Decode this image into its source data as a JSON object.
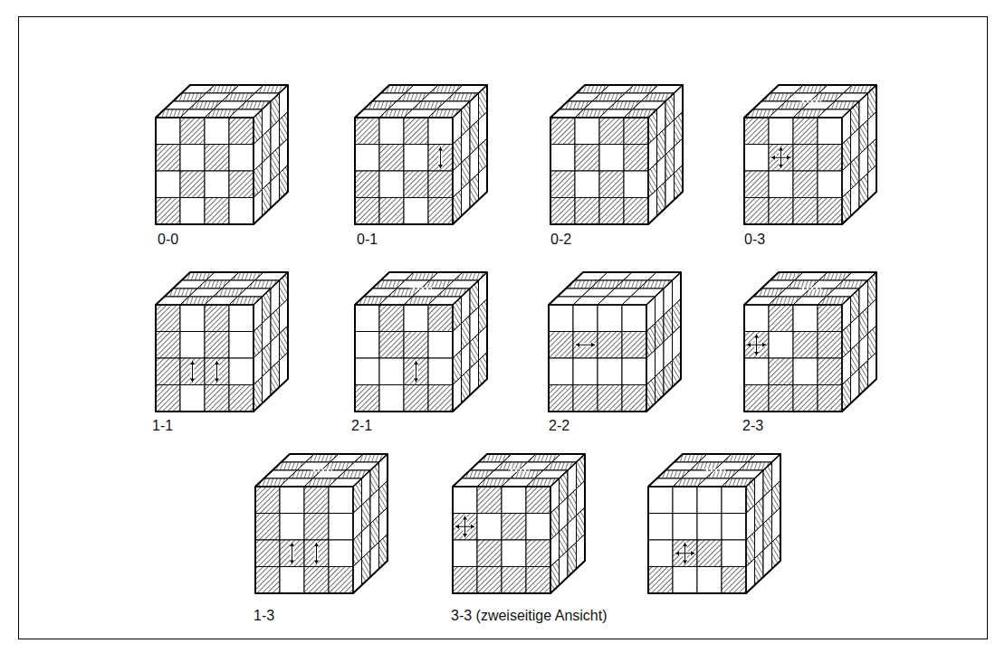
{
  "diagram": {
    "labels": [
      "0-0",
      "0-1",
      "0-2",
      "0-3",
      "1-1",
      "2-1",
      "2-2",
      "2-3",
      "1-3",
      "3-3 (zweiseitige Ansicht)"
    ]
  }
}
